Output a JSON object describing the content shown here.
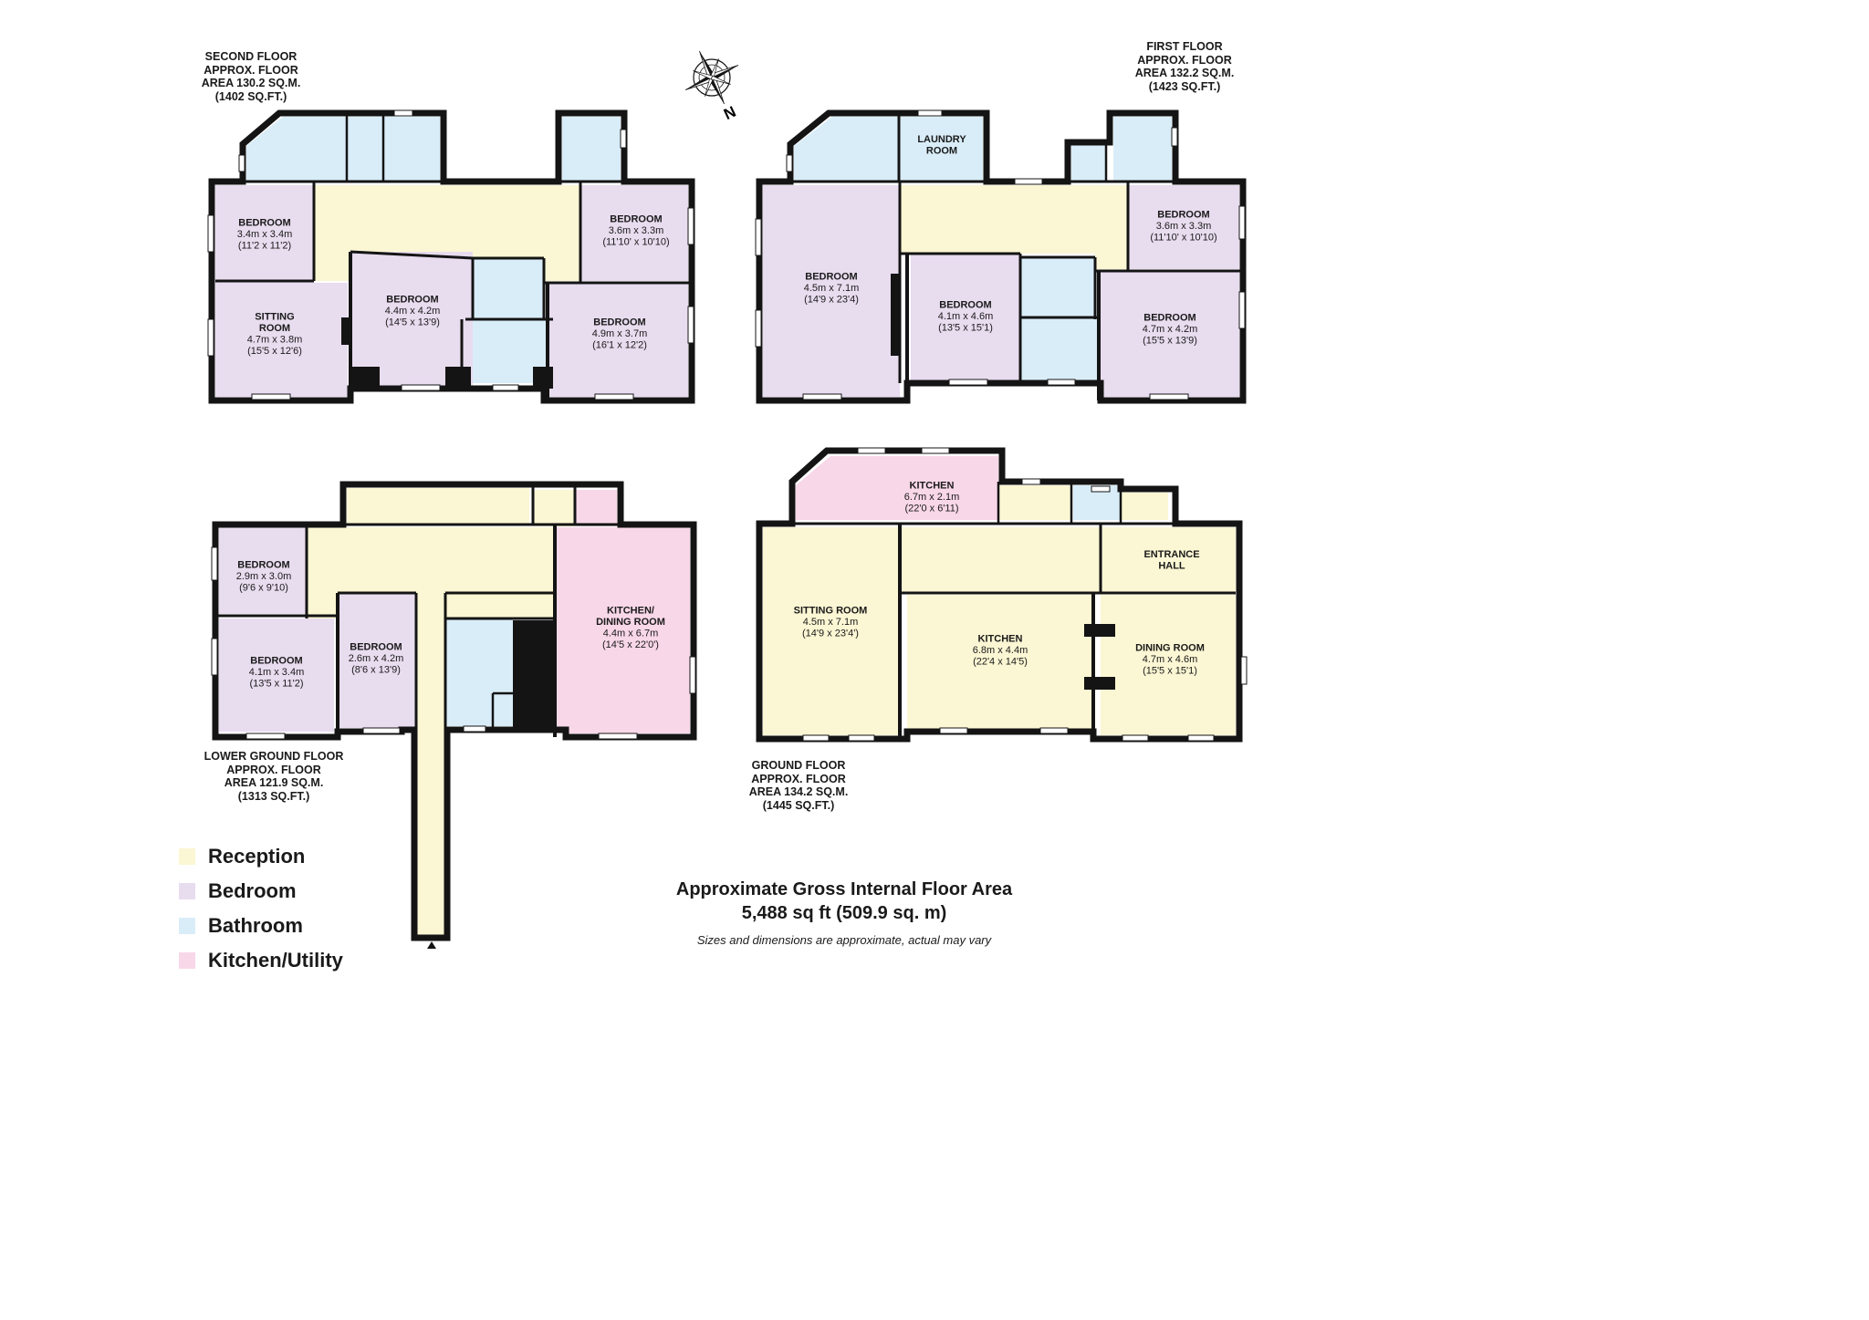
{
  "colors": {
    "reception": "#fbf6d3",
    "bedroom": "#e8dcef",
    "bathroom": "#d9edf8",
    "kitchen": "#f8d7e8",
    "wall": "#141414"
  },
  "compass": {
    "label": "N",
    "icon": "compass-rose-icon"
  },
  "floors": {
    "second": {
      "title": "SECOND FLOOR\nAPPROX. FLOOR\nAREA 130.2 SQ.M.\n(1402 SQ.FT.)"
    },
    "first": {
      "title": "FIRST FLOOR\nAPPROX. FLOOR\nAREA 132.2 SQ.M.\n(1423 SQ.FT.)"
    },
    "lower_ground": {
      "title": "LOWER GROUND FLOOR\nAPPROX. FLOOR\nAREA 121.9 SQ.M.\n(1313 SQ.FT.)"
    },
    "ground": {
      "title": "GROUND FLOOR\nAPPROX. FLOOR\nAREA 134.2 SQ.M.\n(1445 SQ.FT.)"
    }
  },
  "labels": {
    "s_bed1": [
      "BEDROOM",
      "3.4m x 3.4m",
      "(11'2 x 11'2)"
    ],
    "s_sitting": [
      "SITTING",
      "ROOM",
      "4.7m x 3.8m",
      "(15'5 x 12'6)"
    ],
    "s_bed2": [
      "BEDROOM",
      "4.4m x 4.2m",
      "(14'5 x 13'9)"
    ],
    "s_bed3": [
      "BEDROOM",
      "3.6m x 3.3m",
      "(11'10' x 10'10)"
    ],
    "s_bed4": [
      "BEDROOM",
      "4.9m x 3.7m",
      "(16'1 x 12'2)"
    ],
    "f_laundry": [
      "LAUNDRY",
      "ROOM"
    ],
    "f_bed1": [
      "BEDROOM",
      "4.5m x 7.1m",
      "(14'9 x 23'4)"
    ],
    "f_bed2": [
      "BEDROOM",
      "4.1m x 4.6m",
      "(13'5 x 15'1)"
    ],
    "f_bed3": [
      "BEDROOM",
      "3.6m x 3.3m",
      "(11'10' x 10'10)"
    ],
    "f_bed4": [
      "BEDROOM",
      "4.7m x 4.2m",
      "(15'5 x 13'9)"
    ],
    "l_bed1": [
      "BEDROOM",
      "2.9m x 3.0m",
      "(9'6 x 9'10)"
    ],
    "l_bed2": [
      "BEDROOM",
      "4.1m x 3.4m",
      "(13'5 x 11'2)"
    ],
    "l_bed3": [
      "BEDROOM",
      "2.6m x 4.2m",
      "(8'6 x 13'9)"
    ],
    "l_kitchen": [
      "KITCHEN/",
      "DINING ROOM",
      "4.4m x 6.7m",
      "(14'5 x 22'0')"
    ],
    "g_kitchen_top": [
      "KITCHEN",
      "6.7m x 2.1m",
      "(22'0 x 6'11)"
    ],
    "g_entrance": [
      "ENTRANCE",
      "HALL"
    ],
    "g_sitting": [
      "SITTING ROOM",
      "4.5m x 7.1m",
      "(14'9 x 23'4')"
    ],
    "g_kitchen": [
      "KITCHEN",
      "6.8m x 4.4m",
      "(22'4 x 14'5)"
    ],
    "g_dining": [
      "DINING ROOM",
      "4.7m x 4.6m",
      "(15'5 x 15'1)"
    ]
  },
  "legend": [
    {
      "key": "reception",
      "label": "Reception"
    },
    {
      "key": "bedroom",
      "label": "Bedroom"
    },
    {
      "key": "bathroom",
      "label": "Bathroom"
    },
    {
      "key": "kitchen",
      "label": "Kitchen/Utility"
    }
  ],
  "summary": {
    "title": "Approximate Gross Internal Floor Area",
    "area": "5,488 sq ft (509.9 sq. m)",
    "note": "Sizes and dimensions are approximate, actual may vary"
  }
}
